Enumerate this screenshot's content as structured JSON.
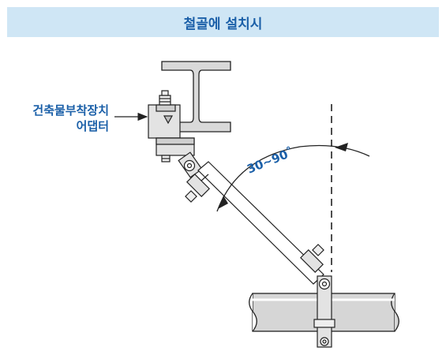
{
  "header": {
    "title": "철골에 설치시"
  },
  "adapter_label": {
    "line1": "건축물부착장치",
    "line2": "어댑터"
  },
  "angle_label": "30~90˚",
  "colors": {
    "header_bg": "#cfe6f5",
    "accent": "#1a5fa8",
    "line": "#222222",
    "fill": "#d9d9d9"
  }
}
